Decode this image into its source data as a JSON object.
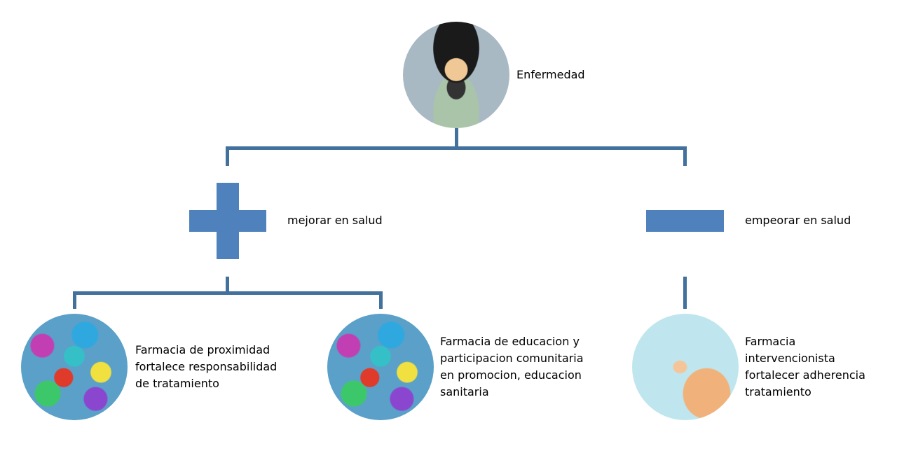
{
  "root": {
    "label": "Enfermedad",
    "image": "sick-person-cartoon"
  },
  "branches": {
    "positive": {
      "symbol": "plus-icon",
      "label": "mejorar en salud"
    },
    "negative": {
      "symbol": "minus-icon",
      "label": "empeorar en salud"
    }
  },
  "leaves": [
    {
      "lines": [
        "Farmacia de proximidad",
        "fortalece responsabilidad",
        "de tratamiento"
      ],
      "image": "butterflies"
    },
    {
      "lines": [
        "Farmacia de educacion y",
        "participacion comunitaria",
        "en promocion, educacion",
        "sanitaria"
      ],
      "image": "butterflies"
    },
    {
      "lines": [
        "Farmacia",
        "intervencionista",
        "fortalecer adherencia",
        "tratamiento"
      ],
      "image": "hand-touchscreen"
    }
  ],
  "colors": {
    "connector": "#41719c",
    "shape": "#4f81bd"
  }
}
